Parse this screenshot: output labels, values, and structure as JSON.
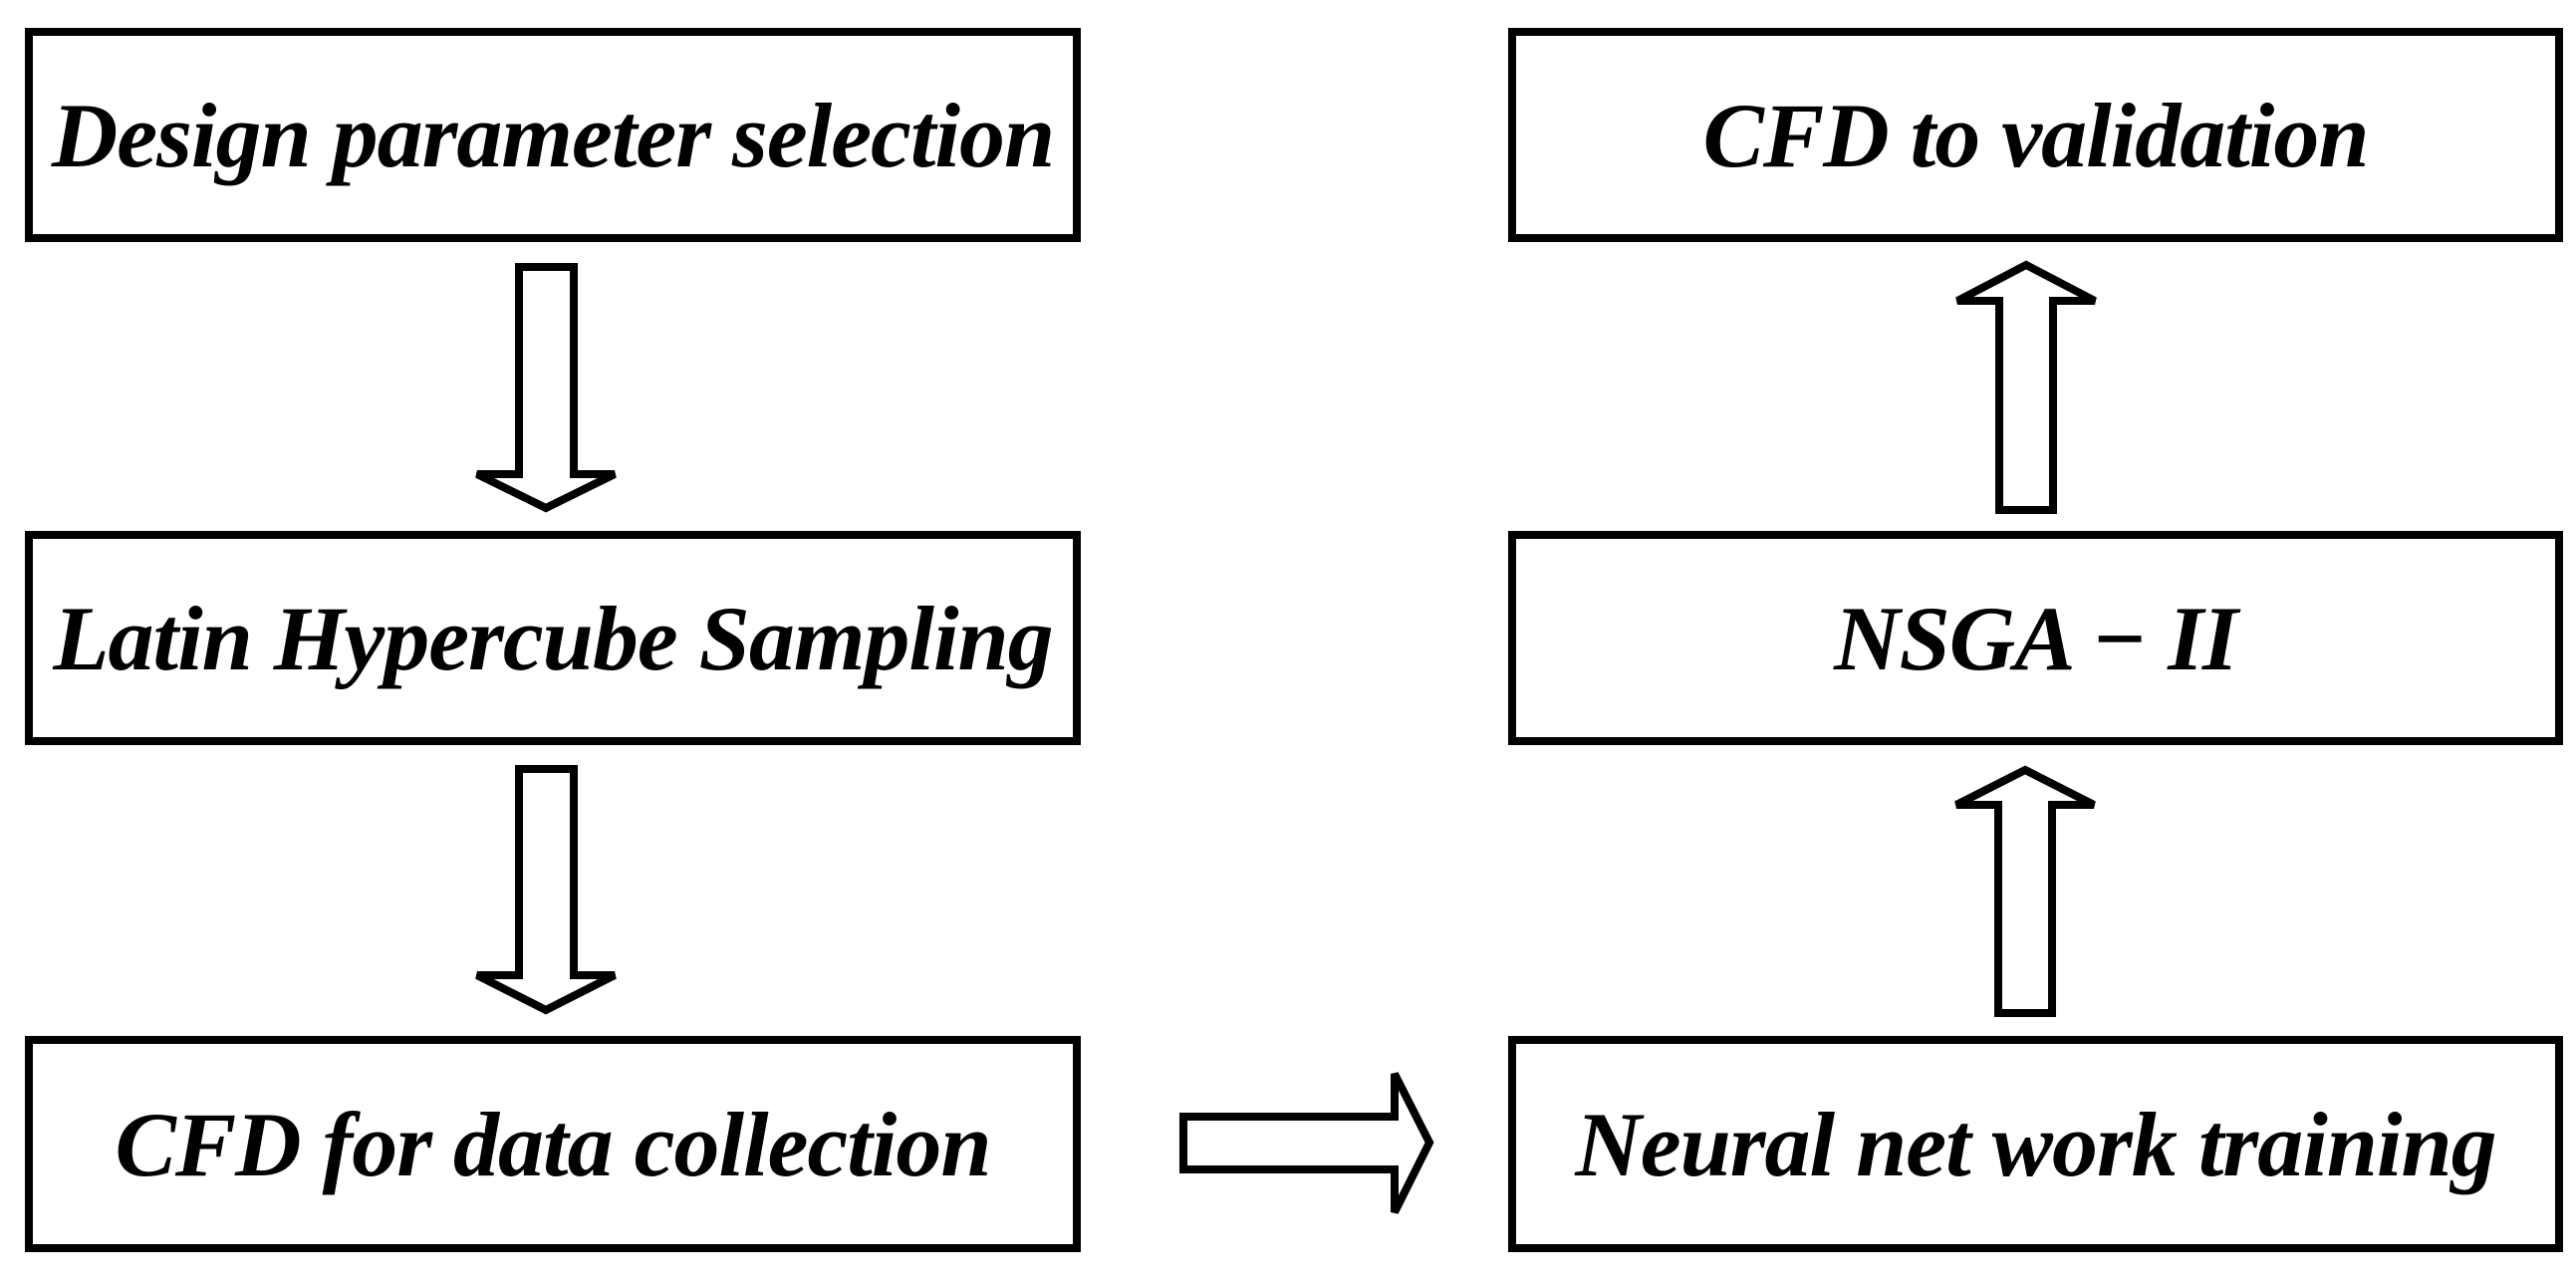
{
  "figure": {
    "background_color": "#ffffff",
    "line_color": "#000000",
    "box_fill_color": "#ffffff"
  },
  "boxes": {
    "design_parameter_selection": "Design parameter selection",
    "latin_hypercube_sampling": "Latin Hypercube Sampling",
    "cfd_for_data_collection": "CFD for data collection",
    "cfd_to_validation": "CFD to validation",
    "nsga_ii": "NSGA − II",
    "neural_net_work_training": "Neural net work training"
  },
  "arrows": [
    {
      "from": "Design parameter selection",
      "to": "Latin Hypercube Sampling",
      "direction": "down"
    },
    {
      "from": "Latin Hypercube Sampling",
      "to": "CFD for data collection",
      "direction": "down"
    },
    {
      "from": "CFD for data collection",
      "to": "Neural net work training",
      "direction": "right"
    },
    {
      "from": "Neural net work training",
      "to": "NSGA − II",
      "direction": "up"
    },
    {
      "from": "NSGA − II",
      "to": "CFD to validation",
      "direction": "up"
    }
  ]
}
